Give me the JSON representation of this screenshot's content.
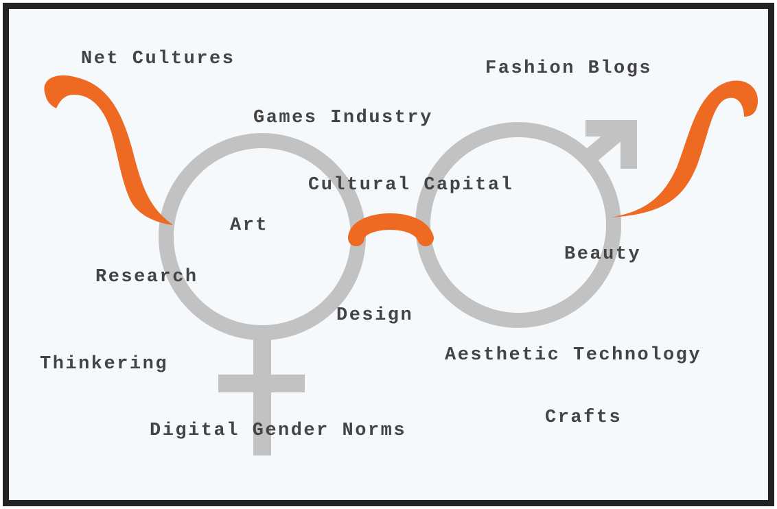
{
  "colors": {
    "symbol_gray": "#c2c2c2",
    "accent_orange": "#ee6a22",
    "text": "#444444",
    "background": "#f6f9fc",
    "border": "#222222"
  },
  "icons": [
    "venus-symbol-icon",
    "mars-symbol-icon",
    "eyeglasses-bridge-icon",
    "eyeglasses-temple-left-icon",
    "eyeglasses-temple-right-icon"
  ],
  "labels": {
    "net_cultures": "Net Cultures",
    "fashion_blogs": "Fashion Blogs",
    "games_industry": "Games Industry",
    "cultural_capital": "Cultural Capital",
    "art": "Art",
    "beauty": "Beauty",
    "research": "Research",
    "design": "Design",
    "aesthetic_technology": "Aesthetic Technology",
    "thinkering": "Thinkering",
    "crafts": "Crafts",
    "digital_gender_norms": "Digital Gender Norms"
  }
}
